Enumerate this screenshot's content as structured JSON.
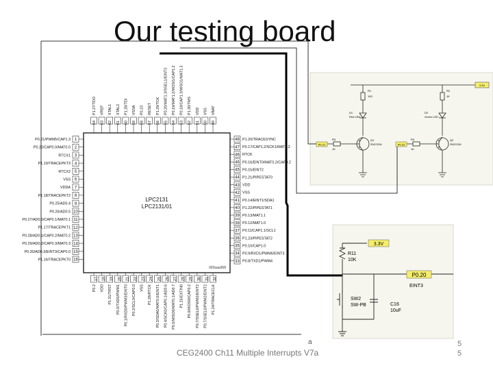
{
  "slide": {
    "title": "Our testing board",
    "footer": "CEG2400 Ch11 Multiple Interrupts V7a",
    "footer_mark": "a",
    "page_top": "5",
    "page_bottom": "5"
  },
  "chip": {
    "name": "LPC2131",
    "name2": "LPC2131/01",
    "ref": "002aaa368",
    "left_pins": [
      {
        "label": "P0.21/PWM5/CAP1.3",
        "num": "1"
      },
      {
        "label": "P0.22/CAP0.0/MAT0.0",
        "num": "2"
      },
      {
        "label": "RTCX1",
        "num": "3"
      },
      {
        "label": "P1.19/TRACEPKT3",
        "num": "4"
      },
      {
        "label": "RTCX2",
        "num": "5"
      },
      {
        "label": "VSS",
        "num": "6"
      },
      {
        "label": "VDDA",
        "num": "7"
      },
      {
        "label": "P1.18/TRACEPKT2",
        "num": "8"
      },
      {
        "label": "P0.25/AD0.4",
        "num": "9"
      },
      {
        "label": "P0.26/AD0.5",
        "num": "10"
      },
      {
        "label": "P0.27/AD0.0/CAP0.1/MAT0.1",
        "num": "11"
      },
      {
        "label": "P1.17/TRACEPKT1",
        "num": "12"
      },
      {
        "label": "P0.28/AD0.1/CAP0.2/MAT0.2",
        "num": "13"
      },
      {
        "label": "P0.29/AD0.2/CAP0.3/MAT0.3",
        "num": "14"
      },
      {
        "label": "P0.30/AD0.3/EINT3/CAP0.0",
        "num": "15"
      },
      {
        "label": "P1.16/TRACEPKT0",
        "num": "16"
      }
    ],
    "right_pins": [
      {
        "label": "P1.20/TRACESYNC",
        "num": "48"
      },
      {
        "label": "P0.17/CAP1.2/SCK1/MAT1.2",
        "num": "47"
      },
      {
        "label": "RTCK",
        "num": "46"
      },
      {
        "label": "P0.16/EINT0/MAT0.2/CAP0.2",
        "num": "46"
      },
      {
        "label": "P0.15/EINT2",
        "num": "45"
      },
      {
        "label": "P1.21/PIPESTAT0",
        "num": "44"
      },
      {
        "label": "VDD",
        "num": "43"
      },
      {
        "label": "VSS",
        "num": "42"
      },
      {
        "label": "P0.14/EINT1/SDA1",
        "num": "41"
      },
      {
        "label": "P1.22/PIPESTAT1",
        "num": "40"
      },
      {
        "label": "P0.13/MAT1.1",
        "num": "39"
      },
      {
        "label": "P0.12/MAT1.0",
        "num": "38"
      },
      {
        "label": "P0.11/CAP1.1/SCL1",
        "num": "37"
      },
      {
        "label": "P1.23/PIPESTAT2",
        "num": "36"
      },
      {
        "label": "P0.10/CAP1.0",
        "num": "35"
      },
      {
        "label": "P0.9/RXD1/PWM6/EINT3",
        "num": "34"
      },
      {
        "label": "P0.8/TXD1/PWM4",
        "num": "33"
      }
    ],
    "top_pins": [
      {
        "label": "P1.27/TDO",
        "num": "64"
      },
      {
        "label": "VREF",
        "num": "63"
      },
      {
        "label": "XTAL1",
        "num": "62"
      },
      {
        "label": "XTAL2",
        "num": "61"
      },
      {
        "label": "P1.28/TDI",
        "num": "60"
      },
      {
        "label": "VSSA",
        "num": "59"
      },
      {
        "label": "P0.23",
        "num": "58"
      },
      {
        "label": "RESET",
        "num": "57"
      },
      {
        "label": "P1.29/TCK",
        "num": "56"
      },
      {
        "label": "P0.20/MAT1.3/SSEL1/EINT3",
        "num": "55"
      },
      {
        "label": "P0.19/MAT1.2/MOSI1/CAP1.2",
        "num": "54"
      },
      {
        "label": "P0.18/CAP1.3/MISO1/MAT1.3",
        "num": "53"
      },
      {
        "label": "P1.30/TMS",
        "num": "52"
      },
      {
        "label": "VDD",
        "num": "51"
      },
      {
        "label": "VSS",
        "num": "50"
      },
      {
        "label": "VBAT",
        "num": "49"
      }
    ],
    "bottom_pins": [
      {
        "label": "P0.2",
        "num": "17"
      },
      {
        "label": "VDD",
        "num": "18"
      },
      {
        "label": "P1.31/TRST",
        "num": "19"
      },
      {
        "label": "P0.0/TXD0/PWM1",
        "num": "20"
      },
      {
        "label": "P0.1/RXD0/PWM3/EINT0",
        "num": "21"
      },
      {
        "label": "P0.2/SCL0/CAP0.0",
        "num": "22"
      },
      {
        "label": "VSS",
        "num": "23"
      },
      {
        "label": "P1.26/RTCK",
        "num": "24"
      },
      {
        "label": "P0.3/SDA0/MAT0.0/EINT1",
        "num": "25"
      },
      {
        "label": "P0.4/SCK0/CAP0.1/AD0.6",
        "num": "26"
      },
      {
        "label": "P0.5/MISO0/MAT0.1/AD0.7",
        "num": "27"
      },
      {
        "label": "P1.25/EXTIN0",
        "num": "28"
      },
      {
        "label": "P0.6/MOSI0/CAP0.2",
        "num": "29"
      },
      {
        "label": "P0.7/SSEL0/PWM2/EINT2",
        "num": "30"
      },
      {
        "label": "P0.7/SSEL0/PWM2/EINT2",
        "num": "31"
      },
      {
        "label": "P1.24/TRACECLK",
        "num": "32"
      }
    ]
  },
  "led_circuit": {
    "vcc_label": "3.3V",
    "r1_label": "R1",
    "r1_value": "100",
    "r2_label": "R2",
    "r2_value": "1K",
    "d1_label": "D1",
    "d1_value": "Red LED",
    "d2_label": "D2",
    "d2_value": "Green LED",
    "q1_label": "Q1",
    "q1_value": "2N2222A",
    "q2_label": "Q2",
    "q2_value": "2N2222A",
    "r3_label": "R3",
    "r3_value": "1K",
    "r4_label": "R4",
    "r4_value": "1K",
    "in1_label": "P0.21",
    "in2_label": "P0.22"
  },
  "switch_circuit": {
    "vcc_label": "3.3V",
    "r11_label": "R11",
    "r11_value": "10K",
    "sw_label": "SW2",
    "sw_value": "SW-PB",
    "c16_label": "C16",
    "c16_value": "10uF",
    "port_label": "P0.20",
    "port_sub": "EINT3"
  },
  "colors": {
    "panel_bg": "#f6f6ee",
    "wire_thick": "#000000",
    "wire": "#1a1a1a",
    "panel_border": "#c9c9c0",
    "tag_fill": "#f4ee6a"
  }
}
